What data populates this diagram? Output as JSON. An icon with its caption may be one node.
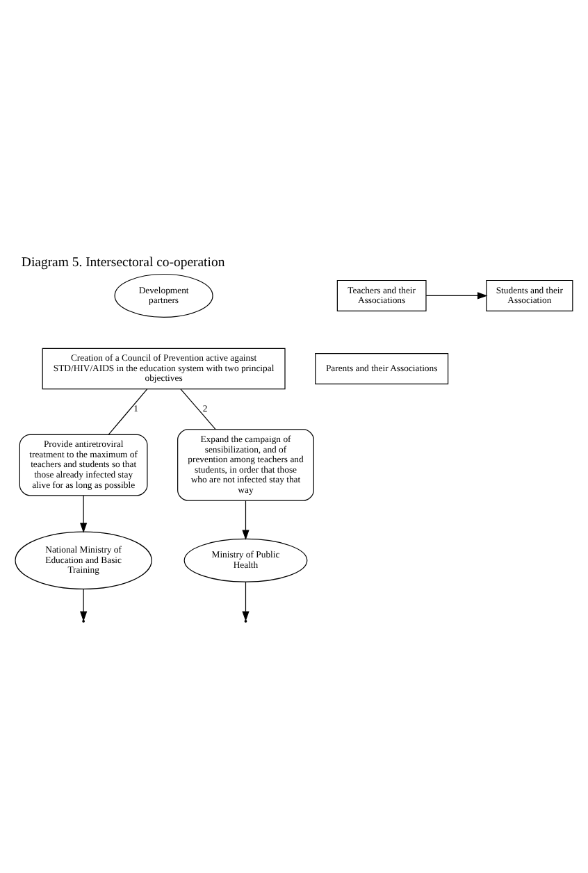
{
  "diagram": {
    "title": "Diagram 5. Intersectoral co-operation",
    "nodes": [
      {
        "text": [
          "Development partners"
        ]
      },
      {
        "text": [
          "Creation of a Council of Prevention active against STD/HIV/AIDS in the education system with two principal objectives"
        ]
      },
      {
        "text": [
          "Provide antiretroviral treatment to the maximum of teachers and students so that those already infected stay alive for as long as possible"
        ]
      },
      {
        "text": [
          "Expand the campaign of sensibilization, and of prevention among teachers and students, in order that those who are not infected stay that way"
        ]
      },
      {
        "text": [
          "National Ministry of Education and Basic Training"
        ]
      },
      {
        "text": [
          "Ministry of Public Health"
        ]
      },
      {
        "text": [
          "Teachers and their Associations"
        ]
      },
      {
        "text": [
          "Students and their Association"
        ]
      },
      {
        "text": [
          "Parents and their Associations"
        ]
      }
    ],
    "edges": [
      {
        "from": 1,
        "to": 2,
        "arrow": "none",
        "label": "1"
      },
      {
        "from": 1,
        "to": 3,
        "arrow": "none",
        "label": "2"
      },
      {
        "from": 2,
        "to": 4,
        "arrow": "to"
      },
      {
        "from": 3,
        "to": 5,
        "arrow": "to"
      },
      {
        "from": 4,
        "to": null,
        "arrow": "to"
      },
      {
        "from": 5,
        "to": null,
        "arrow": "to"
      },
      {
        "from": 6,
        "to": 7,
        "arrow": "to"
      }
    ]
  }
}
